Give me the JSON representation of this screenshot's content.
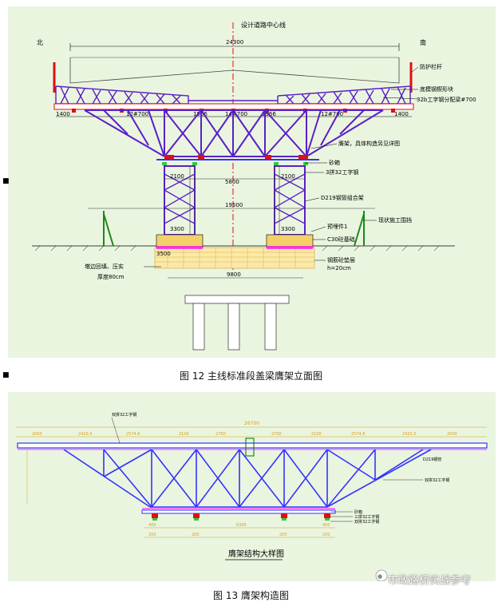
{
  "figure1": {
    "caption": "图 12  主线标准段盖梁膺架立面图",
    "center_line": "设计道路中心线",
    "north": "北",
    "south": "南",
    "top_dim": "24300",
    "labels": {
      "railing": "防护栏杆",
      "wedge": "底模钢楔形块",
      "i_beam_dist": "32b工字钢分配梁#700",
      "truss_note": "膺架，具体构造另见详图",
      "sand_box": "砂箱",
      "i_beam_3": "3拼32工字钢",
      "pipe": "D219钢管组合架",
      "embed": "预埋件1",
      "guard": "现状施工围挡",
      "foundation": "C30砼基础",
      "cushion": "钢筋砼垫层",
      "cushion_h": "h=20cm",
      "backfill": "墩边回填、压实",
      "backfill_t": "厚度80cm"
    },
    "dims": {
      "d1400_l": "1400",
      "d1400_r": "1400",
      "d12700_l": "12#700",
      "d12700_r": "12#700",
      "d1966_l": "1966",
      "d1966_r": "1966",
      "d_mid": "14#700",
      "d2100_l": "2100",
      "d2100_r": "2100",
      "d5800": "5800",
      "d19500": "19500",
      "d3300_l": "3300",
      "d3300_r": "3300",
      "d3500": "3500",
      "d9800": "9800"
    }
  },
  "figure2": {
    "caption": "图 13  膺架构造图",
    "title": "膺架结构大样图",
    "top_dim": "26700",
    "watermark": "市政路桥实战参考"
  },
  "colors": {
    "panel_bg": "#eaf5e0",
    "truss": "#5a1fc8",
    "beam": "#3333ff",
    "red": "#e01010",
    "yellow_fill": "#f3d06a",
    "green": "#1a8a1a",
    "magenta": "#ff00ff"
  }
}
